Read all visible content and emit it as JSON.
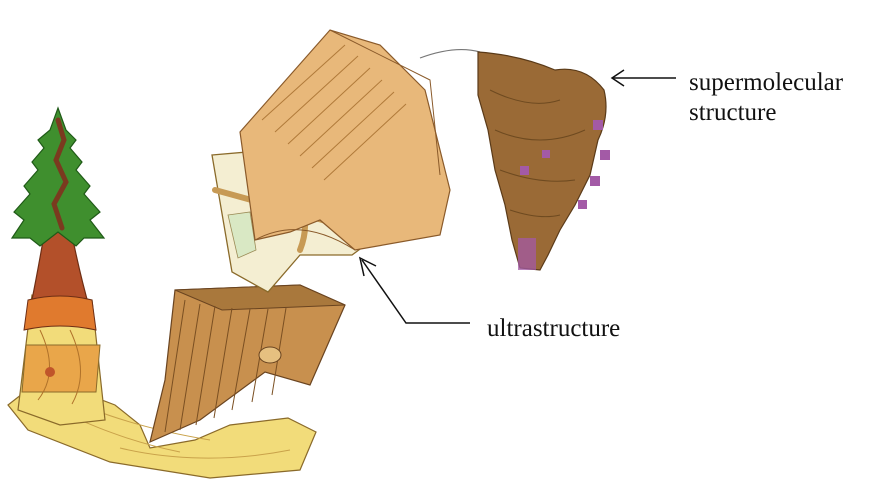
{
  "labels": {
    "supermolecular_line1": "supermolecular",
    "supermolecular_line2": "structure",
    "ultrastructure": "ultrastructure"
  },
  "colors": {
    "foliage": "#3f8f2e",
    "trunk": "#b3502a",
    "wood_light": "#f2dc7a",
    "wood_tan": "#e8b87a",
    "fibril_brown": "#9a6a36",
    "fibril_purple": "#a35aa6",
    "arrow": "#111111"
  }
}
